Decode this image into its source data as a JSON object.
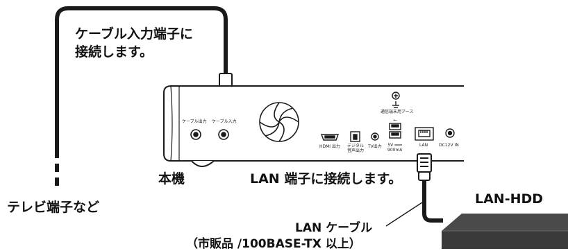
{
  "callouts": {
    "cable_in_line1": "ケーブル入力端子に",
    "cable_in_line2": "接続します。",
    "main_unit": "本機",
    "lan_port": "LAN 端子に接続します。",
    "tv_port": "テレビ端子など",
    "lan_hdd": "LAN-HDD",
    "lan_cable_line1": "LAN ケーブル",
    "lan_cable_line2": "（市販品 /100BASE-TX 以上）"
  },
  "panel_labels": {
    "cable_out": "ケーブル出力",
    "cable_in": "ケーブル入力",
    "hdmi_out": "HDMI 出力",
    "digital_audio_1": "デジタル",
    "digital_audio_2": "音声出力",
    "tv_out": "TV出力",
    "usb_1": "5V ═══",
    "usb_2": "900mA",
    "lan": "LAN",
    "dc_in": "DC12V IN",
    "ground": "通信端末用アース"
  },
  "colors": {
    "cable": "#1a1a1a",
    "device_dark": "#3a3a3a",
    "outline": "#333333"
  }
}
